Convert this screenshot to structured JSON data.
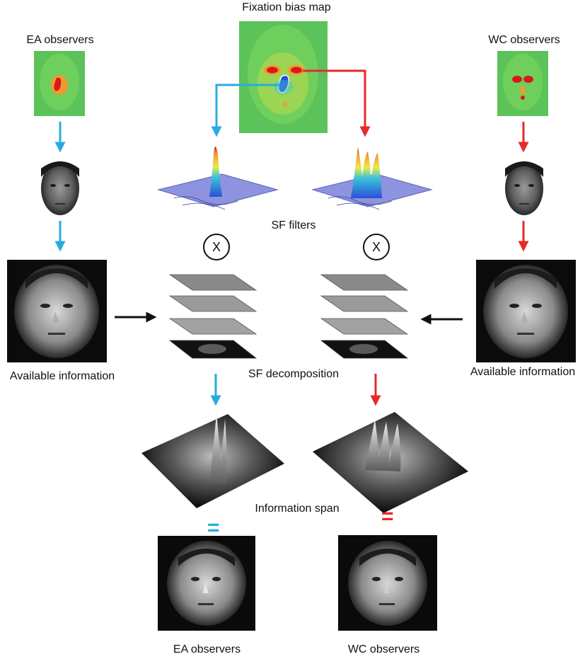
{
  "labels": {
    "fixation_bias_map": "Fixation bias map",
    "ea_observers_top": "EA observers",
    "wc_observers_top": "WC observers",
    "sf_filters": "SF filters",
    "multiply_left": "X",
    "multiply_right": "X",
    "available_info_left": "Available information",
    "available_info_right": "Available information",
    "sf_decomposition": "SF decomposition",
    "information_span": "Information span",
    "equals_left": "=",
    "equals_right": "=",
    "ea_observers_bottom": "EA observers",
    "wc_observers_bottom": "WC observers"
  },
  "colors": {
    "ea_arrow": "#29abe2",
    "wc_arrow": "#e8282b",
    "neutral_arrow": "#111111",
    "heatmap_base": "#5cc25a",
    "heatmap_hot": "#d7191c",
    "heatmap_cold": "#2b4fd8",
    "filter_plane": "#7f87d8"
  }
}
